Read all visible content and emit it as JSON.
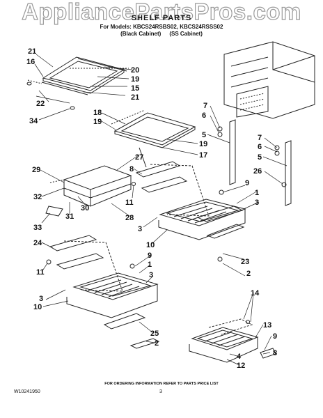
{
  "watermark": "AppliancePartsPros.com",
  "header": {
    "title": "SHELF PARTS",
    "models": "For Models: KBCS24RSBS02, KBCS24RSSS02",
    "variant_black": "(Black Cabinet)",
    "variant_ss": "(SS Cabinet)"
  },
  "callouts": [
    {
      "id": "c1",
      "label": "21"
    },
    {
      "id": "c2",
      "label": "16"
    },
    {
      "id": "c3",
      "label": "20"
    },
    {
      "id": "c4",
      "label": "19"
    },
    {
      "id": "c5",
      "label": "15"
    },
    {
      "id": "c6",
      "label": "21"
    },
    {
      "id": "c7",
      "label": "22"
    },
    {
      "id": "c8",
      "label": "34"
    },
    {
      "id": "c9",
      "label": "7"
    },
    {
      "id": "c10",
      "label": "6"
    },
    {
      "id": "c11",
      "label": "5"
    },
    {
      "id": "c12",
      "label": "18"
    },
    {
      "id": "c13",
      "label": "19"
    },
    {
      "id": "c14",
      "label": "19"
    },
    {
      "id": "c15",
      "label": "17"
    },
    {
      "id": "c16",
      "label": "7"
    },
    {
      "id": "c17",
      "label": "6"
    },
    {
      "id": "c18",
      "label": "5"
    },
    {
      "id": "c19",
      "label": "27"
    },
    {
      "id": "c20",
      "label": "29"
    },
    {
      "id": "c21",
      "label": "8"
    },
    {
      "id": "c22",
      "label": "26"
    },
    {
      "id": "c23",
      "label": "9"
    },
    {
      "id": "c24",
      "label": "1"
    },
    {
      "id": "c25",
      "label": "32"
    },
    {
      "id": "c26",
      "label": "11"
    },
    {
      "id": "c27",
      "label": "30"
    },
    {
      "id": "c28",
      "label": "31"
    },
    {
      "id": "c29",
      "label": "28"
    },
    {
      "id": "c30",
      "label": "3"
    },
    {
      "id": "c31",
      "label": "3"
    },
    {
      "id": "c32",
      "label": "33"
    },
    {
      "id": "c33",
      "label": "10"
    },
    {
      "id": "c34",
      "label": "24"
    },
    {
      "id": "c35",
      "label": "9"
    },
    {
      "id": "c36",
      "label": "1"
    },
    {
      "id": "c37",
      "label": "23"
    },
    {
      "id": "c38",
      "label": "11"
    },
    {
      "id": "c39",
      "label": "2"
    },
    {
      "id": "c40",
      "label": "3"
    },
    {
      "id": "c41",
      "label": "3"
    },
    {
      "id": "c42",
      "label": "10"
    },
    {
      "id": "c43",
      "label": "14"
    },
    {
      "id": "c44",
      "label": "13"
    },
    {
      "id": "c45",
      "label": "25"
    },
    {
      "id": "c46",
      "label": "2"
    },
    {
      "id": "c47",
      "label": "9"
    },
    {
      "id": "c48",
      "label": "4"
    },
    {
      "id": "c49",
      "label": "8"
    },
    {
      "id": "c50",
      "label": "12"
    }
  ],
  "footer": {
    "note": "FOR ORDERING INFORMATION REFER TO PARTS PRICE LIST",
    "doc_number": "W10241950",
    "page": "3"
  }
}
